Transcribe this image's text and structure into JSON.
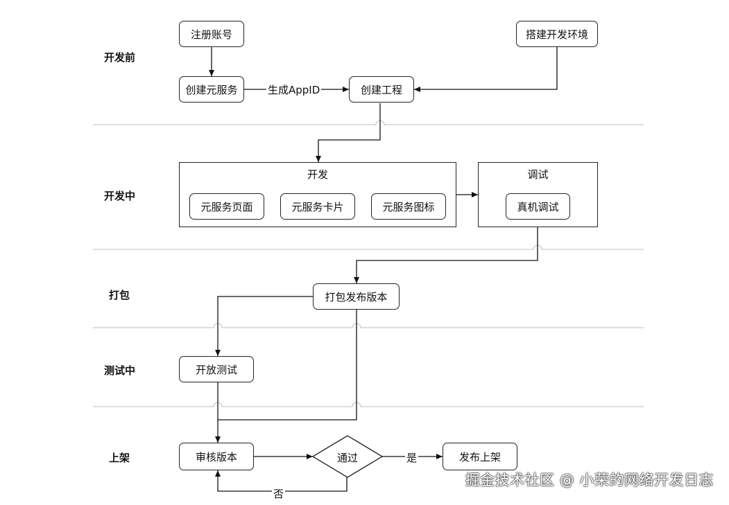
{
  "lanes": {
    "before": "开发前",
    "during": "开发中",
    "package": "打包",
    "testing": "测试中",
    "release": "上架"
  },
  "nodes": {
    "register": "注册账号",
    "setup_env": "搭建开发环境",
    "create_service": "创建元服务",
    "create_project": "创建工程",
    "page": "元服务页面",
    "card": "元服务卡片",
    "icon": "元服务图标",
    "device_debug": "真机调试",
    "package_release": "打包发布版本",
    "open_test": "开放测试",
    "review": "审核版本",
    "publish": "发布上架"
  },
  "groups": {
    "develop": "开发",
    "debug": "调试"
  },
  "decision": {
    "pass": "通过"
  },
  "edge_labels": {
    "generate_appid": "生成AppID",
    "yes": "是",
    "no": "否"
  },
  "watermark": "掘金技术社区 @ 小荣的网络开发日志"
}
